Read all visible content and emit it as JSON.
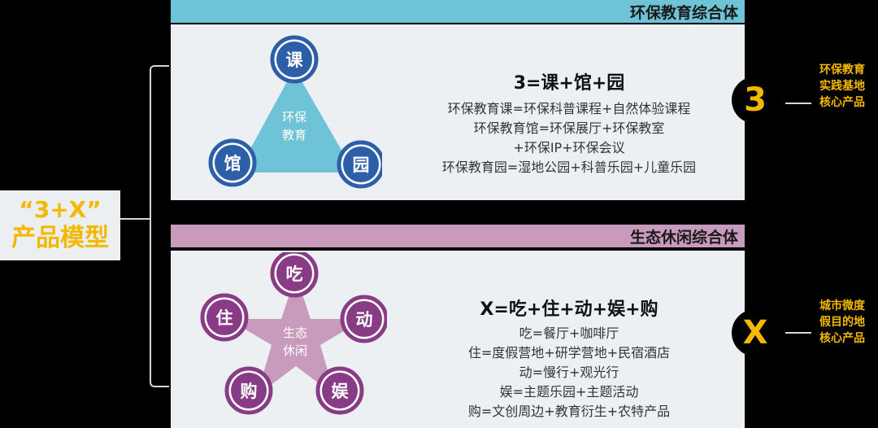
{
  "model": {
    "line1": "“3+X”",
    "line2": "产品模型"
  },
  "edu": {
    "header": "环保教育综合体",
    "nodes": [
      "课",
      "馆",
      "园"
    ],
    "center": [
      "环保",
      "教育"
    ],
    "formula": "3=课+馆+园",
    "lines": [
      "环保教育课=环保科普课程+自然体验课程",
      "环保教育馆=环保展厅+环保教室",
      "+环保IP+环保会议",
      "环保教育园=湿地公园+科普乐园+儿童乐园"
    ],
    "letter": "3",
    "side": "环保教育实践基地核心产品"
  },
  "eco": {
    "header": "生态休闲综合体",
    "nodes": [
      "吃",
      "动",
      "娱",
      "购",
      "住"
    ],
    "center": [
      "生态",
      "休闲"
    ],
    "formula": "X=吃+住+动+娱+购",
    "lines": [
      "吃=餐厅+咖啡厅",
      "住=度假营地+研学营地+民宿酒店",
      "动=慢行+观光行",
      "娱=主题乐园+主题活动",
      "购=文创周边+教育衍生+农特产品"
    ],
    "letter": "X",
    "side": "城市微度假目的地核心产品"
  },
  "colors": {
    "edu_header": "#6ec4d6",
    "edu_triangle": "#6ec4d6",
    "edu_node": "#2d5fa8",
    "eco_header": "#c89bbd",
    "eco_star": "#c89bbd",
    "eco_node": "#8a3b86",
    "accent": "#f5b800"
  }
}
